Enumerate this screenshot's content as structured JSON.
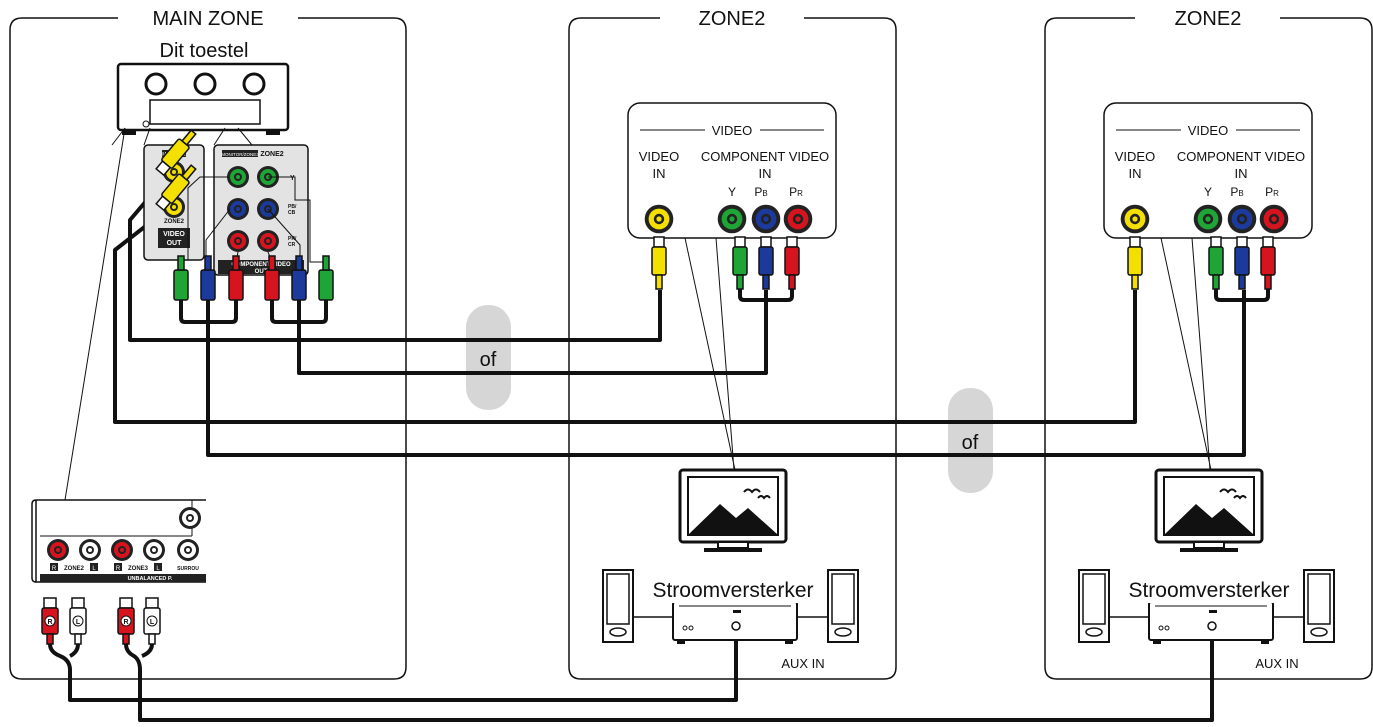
{
  "zones": {
    "main": {
      "title": "MAIN ZONE",
      "device_label": "Dit toestel"
    },
    "zone_a": {
      "title": "ZONE2",
      "amp_label": "Stroomversterker",
      "aux_in": "AUX IN"
    },
    "zone_b": {
      "title": "ZONE2",
      "amp_label": "Stroomversterker",
      "aux_in": "AUX IN"
    }
  },
  "video_panel": {
    "header": "VIDEO",
    "video_in": [
      "VIDEO",
      "IN"
    ],
    "component_in": [
      "COMPONENT VIDEO",
      "IN"
    ],
    "y": "Y",
    "pb": "P",
    "pb_sub": "B",
    "pr": "P",
    "pr_sub": "R"
  },
  "receiver_panel": {
    "video_out_head": "MONITOR",
    "zone2": "ZONE2",
    "video_out": [
      "VIDEO",
      "OUT"
    ],
    "component_head": "MONITOR/ZONE3",
    "component_zone2": "ZONE2",
    "component_out": [
      "COMPONENT VIDEO",
      "OUT"
    ],
    "y": "Y",
    "pb_cb": [
      "PB/",
      "CB"
    ],
    "pr_cr": [
      "PR/",
      "CR"
    ]
  },
  "audio_panel": {
    "zone2": "ZONE2",
    "zone3": "ZONE3",
    "surround": "SURROU",
    "r": "R",
    "l": "L",
    "unbalanced": "UNBALANCED P."
  },
  "connectors": {
    "or_1": "of",
    "or_2": "of"
  },
  "colors": {
    "yellow": "#f3e000",
    "green": "#1fa535",
    "blue": "#1c3a9c",
    "red": "#d6141f",
    "cable": "#111111",
    "or_bubble": "#d6d6d6"
  }
}
